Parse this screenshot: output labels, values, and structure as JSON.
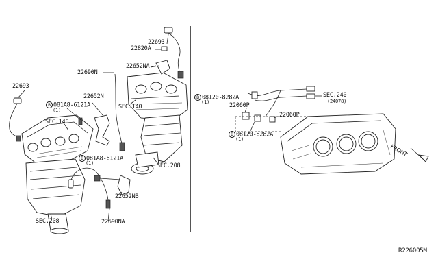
{
  "diagram": {
    "ref_code": "R226005M",
    "direction_label": "FRONT",
    "labels": {
      "p22693_left": "22693",
      "p0818a_left": "081A8-6121A",
      "p0818a_left_qty": "(1)",
      "p22652n": "22652N",
      "sec140_left": "SEC.140",
      "sec208_left": "SEC.208",
      "p22690na": "22690NA",
      "p0818a_mid": "081A8-6121A",
      "p0818a_mid_qty": "(1)",
      "p22652nb": "22652NB",
      "sec208_mid": "SEC.208",
      "p22690n": "22690N",
      "p22652na": "22652NA",
      "sec140_mid": "SEC.140",
      "p22693_top": "22693",
      "p22820a": "22820A",
      "p08120_top": "08120-8282A",
      "p08120_top_qty": "(1)",
      "p22060p_a": "22060P",
      "p22060p_b": "22060P",
      "p08120_bot": "08120-8282A",
      "p08120_bot_qty": "(1)",
      "sec240": "SEC.240",
      "sec240_ref": "(24078)"
    },
    "bolt_symbol": "B"
  }
}
